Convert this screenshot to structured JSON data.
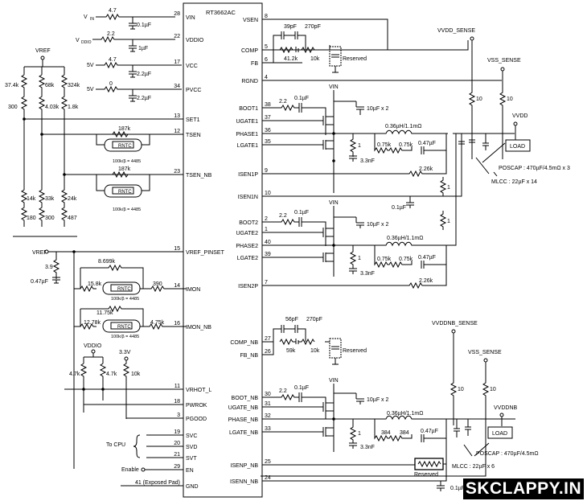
{
  "chip": {
    "name": "RT3662AC"
  },
  "pins_left": [
    {
      "num": "28",
      "name": "VIN"
    },
    {
      "num": "22",
      "name": "VDDIO"
    },
    {
      "num": "17",
      "name": "VCC"
    },
    {
      "num": "34",
      "name": "PVCC"
    },
    {
      "num": "13",
      "name": "SET1"
    },
    {
      "num": "12",
      "name": "TSEN"
    },
    {
      "num": "23",
      "name": "TSEN_NB"
    },
    {
      "num": "15",
      "name": "VREF_PINSET"
    },
    {
      "num": "14",
      "name": "IMON"
    },
    {
      "num": "16",
      "name": "IMON_NB"
    },
    {
      "num": "11",
      "name": "VRHOT_L"
    },
    {
      "num": "18",
      "name": "PWROK"
    },
    {
      "num": "3",
      "name": "PGOOD"
    },
    {
      "num": "19",
      "name": "SVC"
    },
    {
      "num": "20",
      "name": "SVD"
    },
    {
      "num": "21",
      "name": "SVT"
    },
    {
      "num": "29",
      "name": "EN"
    },
    {
      "num": "41 (Exposed Pad)",
      "name": "GND"
    }
  ],
  "pins_right": [
    {
      "num": "8",
      "name": "VSEN"
    },
    {
      "num": "5",
      "name": "COMP"
    },
    {
      "num": "6",
      "name": "FB"
    },
    {
      "num": "4",
      "name": "RGND"
    },
    {
      "num": "38",
      "name": "BOOT1"
    },
    {
      "num": "37",
      "name": "UGATE1"
    },
    {
      "num": "36",
      "name": "PHASE1"
    },
    {
      "num": "35",
      "name": "LGATE1"
    },
    {
      "num": "9",
      "name": "ISEN1P"
    },
    {
      "num": "10",
      "name": "ISEN1N"
    },
    {
      "num": "2",
      "name": "BOOT2"
    },
    {
      "num": "1",
      "name": "UGATE2"
    },
    {
      "num": "40",
      "name": "PHASE2"
    },
    {
      "num": "39",
      "name": "LGATE2"
    },
    {
      "num": "7",
      "name": "ISEN2P"
    },
    {
      "num": "27",
      "name": "COMP_NB"
    },
    {
      "num": "26",
      "name": "FB_NB"
    },
    {
      "num": "30",
      "name": "BOOT_NB"
    },
    {
      "num": "31",
      "name": "UGATE_NB"
    },
    {
      "num": "32",
      "name": "PHASE_NB"
    },
    {
      "num": "33",
      "name": "LGATE_NB"
    },
    {
      "num": "25",
      "name": "ISENP_NB"
    },
    {
      "num": "24",
      "name": "ISENN_NB"
    }
  ],
  "input_labels": {
    "vin_r": "4.7",
    "vin_c": "0.1µF",
    "vddio_r": "2.2",
    "vddio_c": "1µF",
    "vcc_src": "5V",
    "vcc_r": "4.7",
    "vcc_c": "2.2µF",
    "pvcc_src": "5V",
    "pvcc_r": "0",
    "pvcc_c": "2.2µF"
  },
  "divider_labels": {
    "vref": "VREF",
    "r1_top": "37.4k",
    "r1_mid": "300",
    "r1_b1": "14k",
    "r1_b2": "180",
    "r2_top": "68k",
    "r2_mid": "4.03k",
    "r2_b1": "33k",
    "r2_b2": "300",
    "r3_top": "324k",
    "r3_mid": "1.8k",
    "r3_b1": "24k",
    "r3_b2": "487"
  },
  "tsen_labels": {
    "r": "187k",
    "ntc": "RNTC",
    "ntc_spec": "100k/β = 4485",
    "nb_r": "187k",
    "nb_ntc": "RNTC",
    "nb_ntc_spec": "100k/β = 4485"
  },
  "imon_labels": {
    "vref": "VREF",
    "r": "3.9",
    "c": "0.47µF",
    "r_top": "8.699k",
    "r_ser": "15.8k",
    "ntc": "RNTC",
    "ntc_spec": "100k/β = 4485",
    "r_out": "390",
    "nb_r_top": "11.75k",
    "nb_r_ser": "12.78k",
    "nb_ntc": "RNTC",
    "nb_ntc_spec": "100k/β = 4485",
    "nb_r_out": "4.75k"
  },
  "pullup_labels": {
    "vddio": "VDDIO",
    "v33": "3.3V",
    "r1": "4.7k",
    "r2": "4.7k",
    "r3": "10k"
  },
  "cpu_labels": {
    "to_cpu": "To CPU",
    "enable": "Enable"
  },
  "comp_labels": {
    "c1": "39pF",
    "c2": "270pF",
    "r1": "41.2k",
    "r2": "10k",
    "reserved": "Reserved"
  },
  "sense_labels": {
    "vdd_sense": "VVDD_SENSE",
    "vss_sense": "VSS_SENSE",
    "r1": "10",
    "r2": "10",
    "vvdd": "VVDD",
    "load": "LOAD"
  },
  "phase1_labels": {
    "vin": "VIN",
    "boot_r": "2.2",
    "boot_c": "0.1µF",
    "cin": "10µF x 2",
    "ind": "0.36µH/1.1mΩ",
    "snub_r": "1",
    "snub_c": "3.3nF",
    "r1": "0.75k",
    "r2": "0.75k",
    "c": "0.47µF",
    "r_isen": "2.26k",
    "r_isenn": "1"
  },
  "output_labels": {
    "poscap": "POSCAP : 470µF/4.5mΩ x 3",
    "mlcc": "MLCC : 22µF x 14"
  },
  "isen1n_labels": {
    "c": "0.1µF"
  },
  "phase2_labels": {
    "vin": "VIN",
    "boot_r": "2.2",
    "boot_c": "0.1µF",
    "cin": "10µF x 2",
    "ind": "0.36µH/1.1mΩ",
    "snub_r": "1",
    "snub_c": "3.3nF",
    "r1": "0.75k",
    "r2": "0.75k",
    "c": "0.47µF",
    "r_isen": "2.26k",
    "r_isenn": "1"
  },
  "comp_nb_labels": {
    "c1": "56pF",
    "c2": "270pF",
    "r1": "59k",
    "r2": "10k",
    "reserved": "Reserved"
  },
  "nb_sense_labels": {
    "vddnb_sense": "VVDDNB_SENSE",
    "vss_sense": "VSS_SENSE",
    "r1": "10",
    "r2": "10",
    "vvddnb": "VVDDNB",
    "load": "LOAD"
  },
  "phase_nb_labels": {
    "vin": "VIN",
    "boot_r": "2.2",
    "boot_c": "0.1µF",
    "cin": "10µF x 2",
    "ind": "0.36µH/1.1mΩ",
    "snub_r": "1",
    "snub_c": "3.3nF",
    "r1": "384",
    "r2": "384",
    "c": "0.47µF",
    "isen_reserved": "Reserved",
    "isen_c": "0.1µF"
  },
  "nb_output_labels": {
    "poscap": "POSCAP : 470µF/4.5mΩ",
    "mlcc": "MLCC : 22µF x 6"
  },
  "watermark": {
    "text": "SKCLAPPY.IN"
  }
}
